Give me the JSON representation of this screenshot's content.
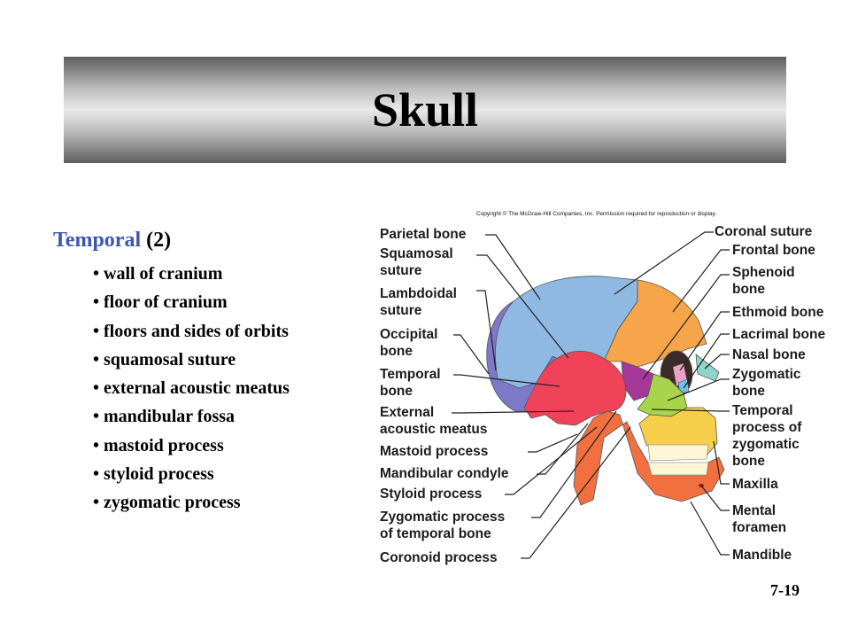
{
  "slide": {
    "title": "Skull",
    "section_name": "Temporal",
    "section_count": "(2)",
    "bullets": [
      "• wall of cranium",
      "• floor of cranium",
      "• floors and sides of orbits",
      "• squamosal suture",
      "• external acoustic meatus",
      "• mandibular fossa",
      "• mastoid process",
      "• styloid process",
      "• zygomatic process"
    ],
    "page_number": "7-19"
  },
  "figure": {
    "copyright": "Copyright © The McGraw-Hill Companies, Inc. Permission required for reproduction or display.",
    "left_labels": [
      "Parietal bone",
      "Squamosal\nsuture",
      "Lambdoidal\nsuture",
      "Occipital\nbone",
      "Temporal\nbone",
      "External\nacoustic meatus",
      "Mastoid process",
      "Mandibular condyle",
      "Styloid process",
      "Zygomatic process\nof temporal bone",
      "Coronoid process"
    ],
    "right_labels": [
      "Coronal suture",
      "Frontal bone",
      "Sphenoid\nbone",
      "Ethmoid bone",
      "Lacrimal bone",
      "Nasal bone",
      "Zygomatic\nbone",
      "Temporal\nprocess of\nzygomatic\nbone",
      "Maxilla",
      "Mental\nforamen",
      "Mandible"
    ],
    "bone_colors": {
      "parietal": "#8fb8e2",
      "occipital": "#7e78c8",
      "temporal": "#f0435a",
      "frontal": "#f7a54a",
      "sphenoid": "#a6389a",
      "zygomatic": "#a7d44a",
      "maxilla": "#f5cf4a",
      "mandible": "#f26f3f",
      "nasal": "#8ed4c8"
    }
  }
}
